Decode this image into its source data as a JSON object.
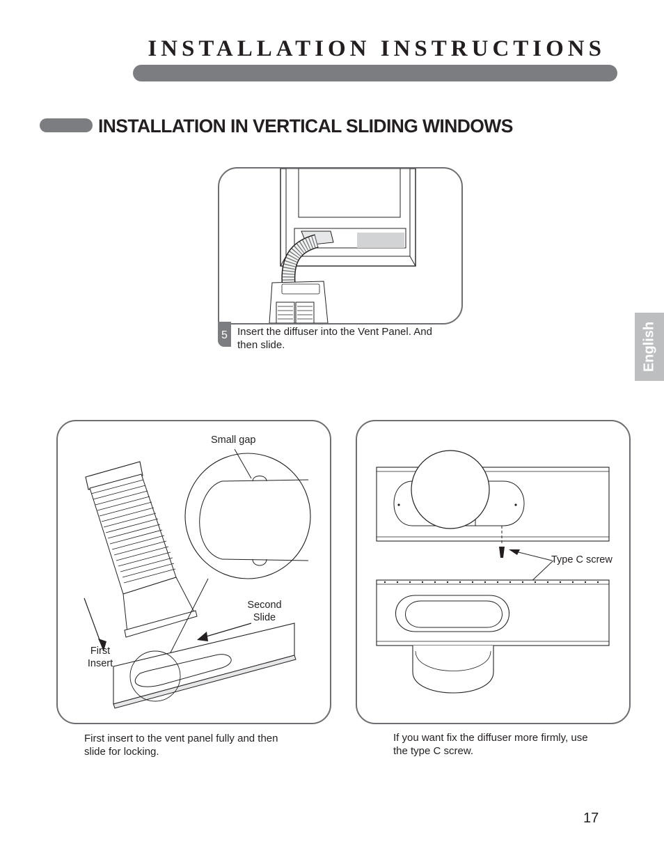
{
  "header": {
    "title": "INSTALLATION INSTRUCTIONS"
  },
  "section": {
    "title": "INSTALLATION IN VERTICAL SLIDING WINDOWS"
  },
  "side_tab": {
    "label": "English"
  },
  "step5": {
    "number": "5",
    "caption_line1": "Insert the diffuser into the Vent Panel. And",
    "caption_line2": "then slide."
  },
  "left_figure": {
    "label_small_gap": "Small gap",
    "label_second_line1": "Second",
    "label_second_line2": "Slide",
    "label_first_line1": "First",
    "label_first_line2": "Insert",
    "caption_line1": "First insert to the vent panel fully and then",
    "caption_line2": "slide for locking."
  },
  "right_figure": {
    "label_screw": "Type C screw",
    "caption_line1": "If you want fix the diffuser more firmly, use",
    "caption_line2": "the type C screw."
  },
  "footer": {
    "page_number": "17"
  },
  "colors": {
    "bar_gray": "#7b7d80",
    "tab_gray": "#bcbec0",
    "text": "#231f20",
    "line": "#231f20"
  }
}
